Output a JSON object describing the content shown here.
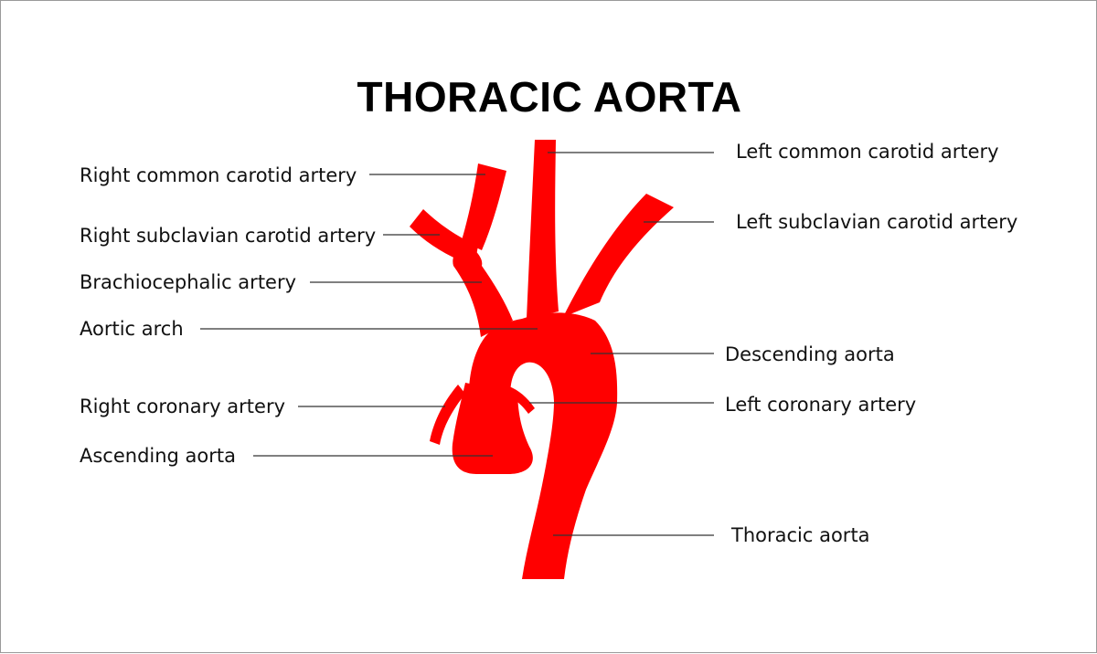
{
  "title": "THORACIC AORTA",
  "colors": {
    "vessel": "#ff0000",
    "leader_line": "#333333",
    "text": "#111111",
    "background": "#ffffff"
  },
  "labels": {
    "right_common_carotid": "Right common carotid artery",
    "right_subclavian": "Right subclavian carotid artery",
    "brachiocephalic": "Brachiocephalic artery",
    "aortic_arch": "Aortic arch",
    "right_coronary": "Right coronary artery",
    "ascending_aorta": "Ascending aorta",
    "left_common_carotid": "Left common carotid artery",
    "left_subclavian": "Left subclavian carotid artery",
    "descending_aorta": "Descending aorta",
    "left_coronary": "Left coronary artery",
    "thoracic_aorta": "Thoracic aorta"
  }
}
